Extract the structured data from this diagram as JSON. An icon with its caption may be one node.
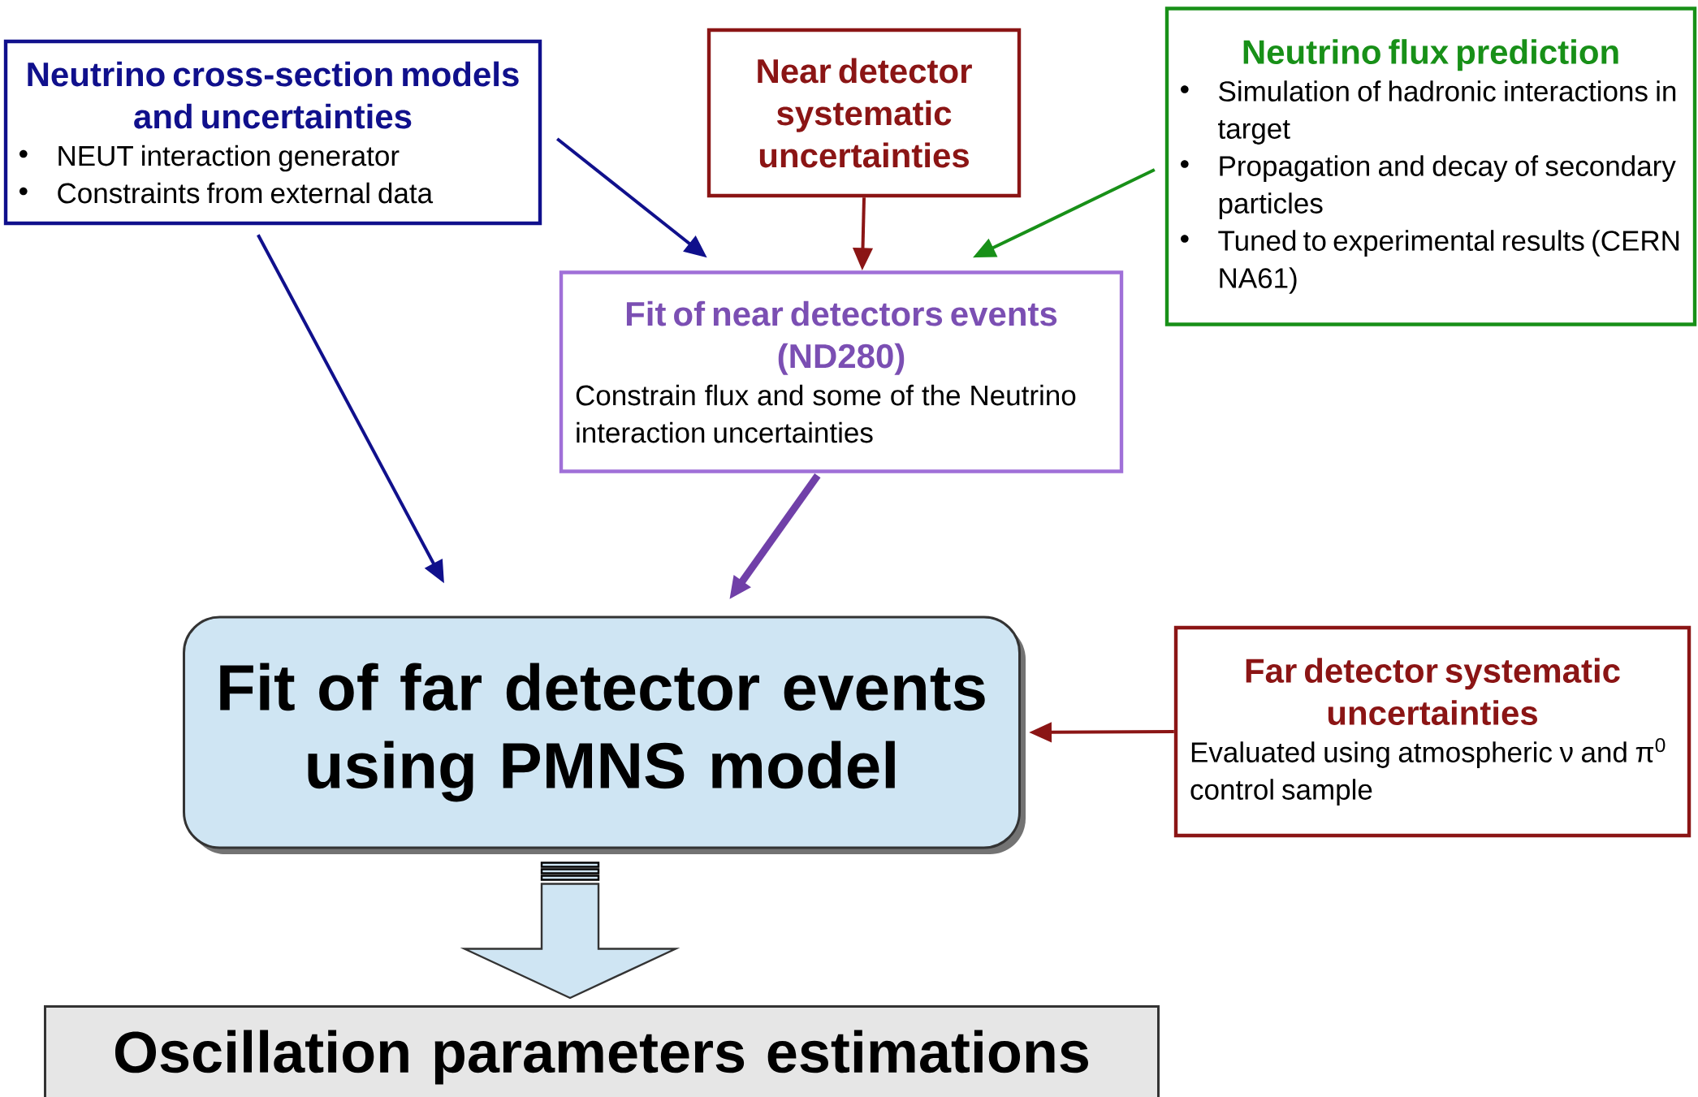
{
  "diagram": {
    "nodes": [
      {
        "text": [
          "Neutrino cross-section models and uncertainties",
          "NEUT interaction generator",
          "Constraints from external data"
        ]
      },
      {
        "text": [
          "Near detector systematic uncertainties"
        ]
      },
      {
        "text": [
          "Neutrino flux prediction",
          "Simulation of hadronic interactions in target",
          "Propagation and decay of secondary particles",
          "Tuned to experimental results (CERN NA61)"
        ]
      },
      {
        "text": [
          "Fit of near detectors events (ND280)",
          "Constrain flux and some of the Neutrino interaction uncertainties"
        ]
      },
      {
        "text": [
          "Fit of far detector events using PMNS model"
        ]
      },
      {
        "text": [
          "Far detector systematic uncertainties",
          "Evaluated using atmospheric ν and π$^{0}$ control sample"
        ]
      },
      {
        "text": [
          "Oscillation parameters estimations"
        ]
      }
    ],
    "edges": [
      {
        "from": 0,
        "to": 4,
        "arrow": "to",
        "color": "#10108c"
      },
      {
        "from": 0,
        "to": 3,
        "arrow": "to",
        "color": "#10108c"
      },
      {
        "from": 1,
        "to": 3,
        "arrow": "to",
        "color": "#8b1515"
      },
      {
        "from": 2,
        "to": 3,
        "arrow": "to",
        "color": "#189018"
      },
      {
        "from": 3,
        "to": 4,
        "arrow": "to",
        "style": "thick",
        "color": "#7040a8"
      },
      {
        "from": 5,
        "to": 4,
        "arrow": "to",
        "color": "#8b1515"
      },
      {
        "from": 4,
        "to": 6,
        "arrow": "to",
        "color": "#cfe5f3"
      }
    ]
  }
}
